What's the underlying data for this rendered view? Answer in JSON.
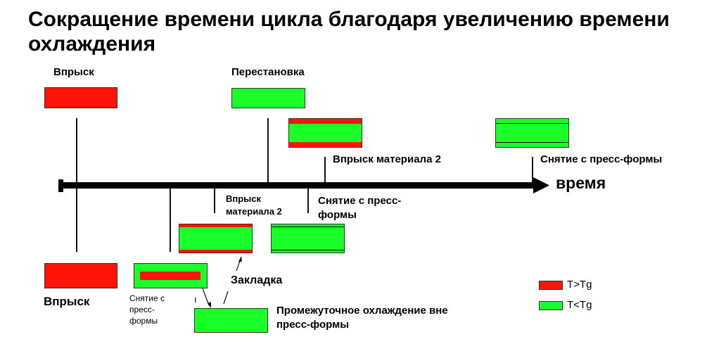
{
  "title": "Сокращение времени цикла благодаря увеличению времени охлаждения",
  "top": {
    "injection_label": "Впрыск",
    "rotation_label": "Перестановка",
    "injection2_label": "Впрыск материала 2",
    "demold_label": "Снятие с пресс-формы"
  },
  "axis": {
    "label": "время"
  },
  "bottom": {
    "injection2_label": "Впрыск материала 2",
    "demold_label": "Снятие с пресс-формы",
    "injection_label": "Впрыск",
    "demold_small_label": "Снятие с пресс-формы",
    "stray_mark": "ı",
    "insert_label": "Закладка",
    "intermediate_cooling_label": "Промежуточное охлаждение вне пресс-формы"
  },
  "legend": [
    {
      "label": "T>Tg",
      "color": "#ff1408"
    },
    {
      "label": "T<Tg",
      "color": "#1aff2a"
    }
  ]
}
